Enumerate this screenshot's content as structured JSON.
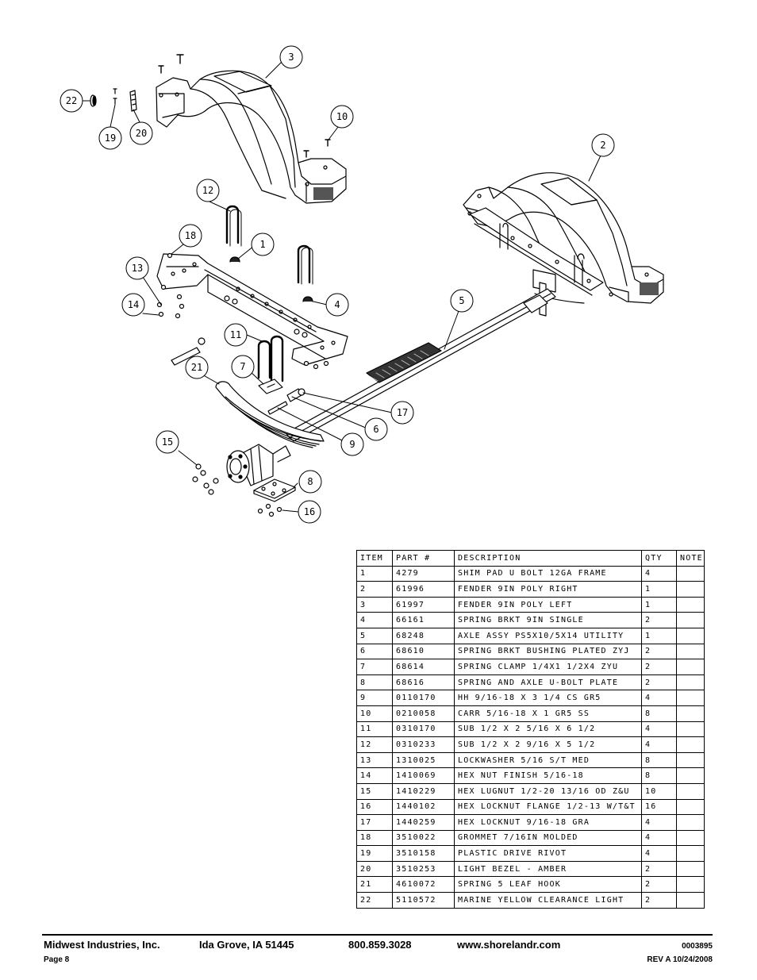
{
  "callouts": [
    {
      "n": "3"
    },
    {
      "n": "22"
    },
    {
      "n": "19"
    },
    {
      "n": "20"
    },
    {
      "n": "10"
    },
    {
      "n": "2"
    },
    {
      "n": "12"
    },
    {
      "n": "18"
    },
    {
      "n": "1"
    },
    {
      "n": "13"
    },
    {
      "n": "14"
    },
    {
      "n": "4"
    },
    {
      "n": "5"
    },
    {
      "n": "11"
    },
    {
      "n": "21"
    },
    {
      "n": "7"
    },
    {
      "n": "17"
    },
    {
      "n": "6"
    },
    {
      "n": "9"
    },
    {
      "n": "15"
    },
    {
      "n": "8"
    },
    {
      "n": "16"
    }
  ],
  "parts_table": {
    "headers": [
      "ITEM",
      "PART #",
      "DESCRIPTION",
      "QTY",
      "NOTE"
    ],
    "rows": [
      [
        "1",
        "4279",
        "SHIM PAD   U BOLT 12GA FRAME",
        "4",
        ""
      ],
      [
        "2",
        "61996",
        "FENDER  9IN POLY RIGHT",
        "1",
        ""
      ],
      [
        "3",
        "61997",
        "FENDER  9IN POLY LEFT",
        "1",
        ""
      ],
      [
        "4",
        "66161",
        "SPRING BRKT   9IN SINGLE",
        "2",
        ""
      ],
      [
        "5",
        "68248",
        "AXLE ASSY PS5X10/5X14 UTILITY",
        "1",
        ""
      ],
      [
        "6",
        "68610",
        "SPRING BRKT BUSHING PLATED ZYJ",
        "2",
        ""
      ],
      [
        "7",
        "68614",
        "SPRING CLAMP   1/4X1 1/2X4  ZYU",
        "2",
        ""
      ],
      [
        "8",
        "68616",
        "SPRING AND AXLE U-BOLT PLATE",
        "2",
        ""
      ],
      [
        "9",
        "0110170",
        "HH 9/16-18 X 3 1/4 CS GR5",
        "4",
        ""
      ],
      [
        "10",
        "0210058",
        "CARR 5/16-18 X 1 GR5 SS",
        "8",
        ""
      ],
      [
        "11",
        "0310170",
        "SUB 1/2 X 2 5/16 X 6 1/2",
        "4",
        ""
      ],
      [
        "12",
        "0310233",
        "SUB 1/2 X 2 9/16 X 5 1/2",
        "4",
        ""
      ],
      [
        "13",
        "1310025",
        "LOCKWASHER 5/16 S/T MED",
        "8",
        ""
      ],
      [
        "14",
        "1410069",
        "HEX NUT FINISH 5/16-18",
        "8",
        ""
      ],
      [
        "15",
        "1410229",
        "HEX LUGNUT 1/2-20 13/16 OD Z&U",
        "10",
        ""
      ],
      [
        "16",
        "1440102",
        "HEX LOCKNUT FLANGE 1/2-13 W/T&T",
        "16",
        ""
      ],
      [
        "17",
        "1440259",
        "HEX LOCKNUT 9/16-18 GRA",
        "4",
        ""
      ],
      [
        "18",
        "3510022",
        "GROMMET  7/16IN MOLDED",
        "4",
        ""
      ],
      [
        "19",
        "3510158",
        "PLASTIC DRIVE RIVOT",
        "4",
        ""
      ],
      [
        "20",
        "3510253",
        "LIGHT BEZEL - AMBER",
        "2",
        ""
      ],
      [
        "21",
        "4610072",
        "SPRING  5 LEAF HOOK",
        "2",
        ""
      ],
      [
        "22",
        "5110572",
        "MARINE YELLOW CLEARANCE LIGHT",
        "2",
        ""
      ]
    ]
  },
  "footer": {
    "company": "Midwest Industries, Inc.",
    "city": "Ida Grove, IA  51445",
    "phone": "800.859.3028",
    "website": "www.shorelandr.com",
    "doc_number": "0003895",
    "page": "Page 8",
    "revision": "REV A  10/24/2008"
  }
}
